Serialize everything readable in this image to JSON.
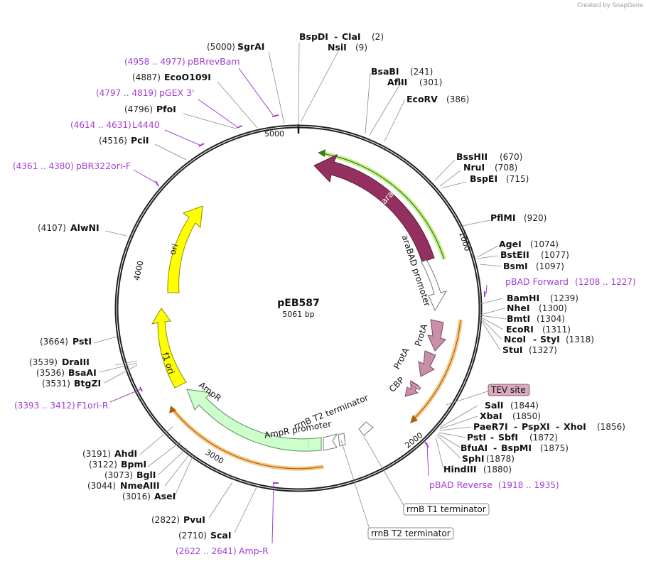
{
  "credit": "Created by SnapGene",
  "plasmid": {
    "name": "pEB587",
    "size": "5061 bp"
  },
  "ticks": [
    "5000",
    "1000",
    "2000",
    "3000",
    "4000"
  ],
  "enzymes": {
    "bspdi": "BspDI",
    "dash": "-",
    "clai": "ClaI",
    "bspdi_pos": "(2)",
    "nsii": "NsiI",
    "nsii_pos": "(9)",
    "sgrai_pos": "(5000)",
    "sgrai": "SgrAI",
    "ecoo109i_pos": "(4887)",
    "ecoo109i": "EcoO109I",
    "pfoi_pos": "(4796)",
    "pfoi": "PfoI",
    "pcii_pos": "(4516)",
    "pcii": "PciI",
    "alwni_pos": "(4107)",
    "alwni": "AlwNI",
    "psti2_pos": "(3664)",
    "psti2": "PstI",
    "draiii_pos": "(3539)",
    "draiii": "DraIII",
    "bsaai_pos": "(3536)",
    "bsaai": "BsaAI",
    "btgzi_pos": "(3531)",
    "btgzi": "BtgZI",
    "ahdi_pos": "(3191)",
    "ahdi": "AhdI",
    "bpmi_pos": "(3122)",
    "bpmi": "BpmI",
    "bgli_pos": "(3073)",
    "bgli": "BglI",
    "nmeaiii_pos": "(3044)",
    "nmeaiii": "NmeAIII",
    "asei_pos": "(3016)",
    "asei": "AseI",
    "pvui_pos": "(2822)",
    "pvui": "PvuI",
    "scai_pos": "(2710)",
    "scai": "ScaI",
    "bsabi": "BsaBI",
    "bsabi_pos": "(241)",
    "aflii": "AflII",
    "aflii_pos": "(301)",
    "ecorv": "EcoRV",
    "ecorv_pos": "(386)",
    "bsshii": "BssHII",
    "bsshii_pos": "(670)",
    "nrui": "NruI",
    "nrui_pos": "(708)",
    "bspei": "BspEI",
    "bspei_pos": "(715)",
    "pflmi": "PflMI",
    "pflmi_pos": "(920)",
    "agei": "AgeI",
    "agei_pos": "(1074)",
    "bsteii": "BstEII",
    "bsteii_pos": "(1077)",
    "bsmi": "BsmI",
    "bsmi_pos": "(1097)",
    "bamhi": "BamHI",
    "bamhi_pos": "(1239)",
    "nhei": "NheI",
    "nhei_pos": "(1300)",
    "bmti": "BmtI",
    "bmti_pos": "(1304)",
    "ecori": "EcoRI",
    "ecori_pos": "(1311)",
    "ncoi": "NcoI",
    "styi": "StyI",
    "ncoi_pos": "(1318)",
    "stui": "StuI",
    "stui_pos": "(1327)",
    "sali": "SalI",
    "sali_pos": "(1844)",
    "xbai": "XbaI",
    "xbai_pos": "(1850)",
    "paer7i": "PaeR7I",
    "pspxi": "PspXI",
    "xhoi": "XhoI",
    "paer7i_pos": "(1856)",
    "psti": "PstI",
    "sbfi": "SbfI",
    "psti_pos": "(1872)",
    "bfuai": "BfuAI",
    "bspmi": "BspMI",
    "bfuai_pos": "(1875)",
    "sphi": "SphI",
    "sphi_pos": "(1878)",
    "hindiii": "HindIII",
    "hindiii_pos": "(1880)"
  },
  "primers": {
    "pbrrevbam_pos": "(4958 .. 4977)",
    "pbrrevbam": "pBRrevBam",
    "pgex3_pos": "(4797 .. 4819)",
    "pgex3": "pGEX 3'",
    "l4440_pos": "(4614 .. 4631)",
    "l4440": "L4440",
    "pbr322ori_pos": "(4361 .. 4380)",
    "pbr322ori": "pBR322ori-F",
    "f1ori_pos": "(3393 .. 3412)",
    "f1ori": "F1ori-R",
    "ampr_pos": "(2622 .. 2641)",
    "ampr": "Amp-R",
    "pbadfwd": "pBAD Forward",
    "pbadfwd_pos": "(1208 .. 1227)",
    "pbadrev": "pBAD Reverse",
    "pbadrev_pos": "(1918 .. 1935)"
  },
  "features": {
    "arac": "araC",
    "arabad_promoter": "araBAD promoter",
    "prota1": "ProtA",
    "prota2": "ProtA",
    "cbp": "CBP",
    "ampr": "AmpR",
    "ampr_promoter": "AmpR promoter",
    "rrnb_t2_inner": "rrnB T2 terminator",
    "ori": "ori",
    "f1ori": "f1 ori"
  },
  "boxes": {
    "tev": "TEV site",
    "rrnb_t1": "rrnB T1 terminator",
    "rrnb_t2": "rrnB T2 terminator"
  },
  "colors": {
    "backbone": "#222222",
    "arac": "#93305f",
    "prota": "#c98fa8",
    "ori": "#ffff00",
    "ampr": "#ccffcc",
    "orf_outline_green": "#c4f08a",
    "orf_outline_orange": "#f7c98a",
    "primer": "#a23ed4",
    "tev_fill": "#d9a9bd"
  }
}
